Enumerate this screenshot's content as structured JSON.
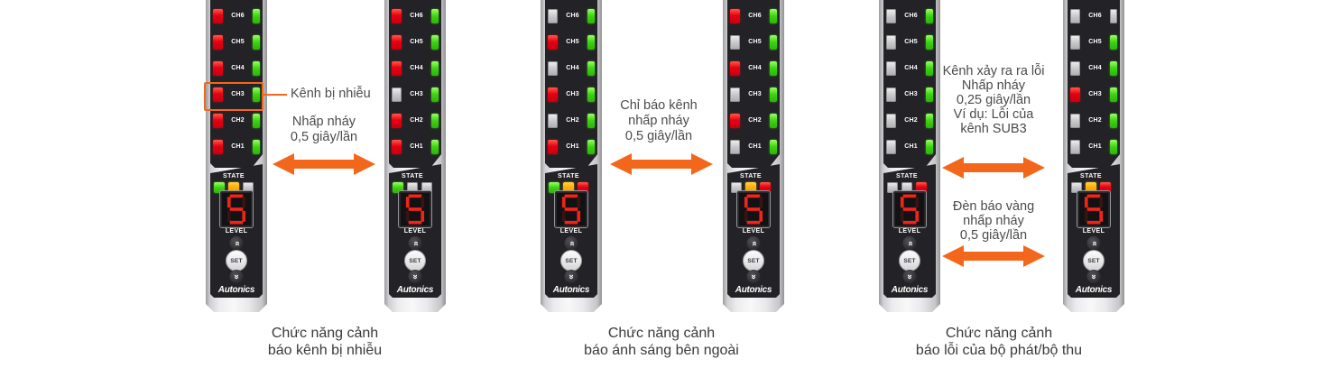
{
  "colors": {
    "orange": "#f2671c",
    "led_red": "#e60012",
    "led_green": "#3fd312",
    "led_yellow": "#ffaf00",
    "led_off": "#c9c9cb",
    "digit_red": "#f32318"
  },
  "device_labels": {
    "state": "STATE",
    "level": "LEVEL",
    "set": "SET",
    "brand": "Autonics",
    "display_value": "5"
  },
  "channel_labels": [
    "CH6",
    "CH5",
    "CH4",
    "CH3",
    "CH2",
    "CH1"
  ],
  "devices": [
    {
      "name": "sensor-unit-1",
      "left_leds": [
        "red",
        "red",
        "red",
        "red",
        "red",
        "red"
      ],
      "right_leds": [
        "green",
        "green",
        "green",
        "green",
        "green",
        "green"
      ],
      "state_leds": [
        "green",
        "yellow",
        "off"
      ]
    },
    {
      "name": "sensor-unit-2",
      "left_leds": [
        "red",
        "red",
        "red",
        "off",
        "red",
        "red"
      ],
      "right_leds": [
        "green",
        "green",
        "green",
        "green",
        "green",
        "green"
      ],
      "state_leds": [
        "green",
        "off",
        "off"
      ]
    },
    {
      "name": "sensor-unit-3",
      "left_leds": [
        "off",
        "red",
        "off",
        "red",
        "off",
        "red"
      ],
      "right_leds": [
        "green",
        "green",
        "green",
        "green",
        "green",
        "green"
      ],
      "state_leds": [
        "green",
        "yellow",
        "red"
      ]
    },
    {
      "name": "sensor-unit-4",
      "left_leds": [
        "red",
        "off",
        "red",
        "off",
        "red",
        "off"
      ],
      "right_leds": [
        "green",
        "green",
        "green",
        "green",
        "green",
        "green"
      ],
      "state_leds": [
        "off",
        "yellow",
        "red"
      ]
    },
    {
      "name": "sensor-unit-5",
      "left_leds": [
        "off",
        "off",
        "off",
        "off",
        "off",
        "off"
      ],
      "right_leds": [
        "green",
        "green",
        "green",
        "green",
        "green",
        "green"
      ],
      "state_leds": [
        "off",
        "off",
        "red"
      ]
    },
    {
      "name": "sensor-unit-6",
      "left_leds": [
        "off",
        "off",
        "off",
        "red",
        "off",
        "off"
      ],
      "right_leds": [
        "off",
        "green",
        "green",
        "green",
        "green",
        "green"
      ],
      "state_leds": [
        "off",
        "yellow",
        "red"
      ]
    }
  ],
  "annotations": {
    "group1": {
      "callout": "Kênh bị nhiễu",
      "note": "Nhấp nháy\n0,5 giây/lần"
    },
    "group2": {
      "note": "Chỉ báo kênh\nnhấp nháy\n0,5 giây/lần"
    },
    "group3": {
      "note_top": "Kênh xảy ra ra lỗi\nNhấp nháy\n0,25 giây/lần\nVí dụ: Lỗi của\nkênh SUB3",
      "note_mid": "Đèn báo vàng\nnhấp nháy\n0,5 giây/lần"
    }
  },
  "captions": [
    "Chức năng cảnh\nbáo kênh bị nhiễu",
    "Chức năng cảnh\nbáo ánh sáng bên ngoài",
    "Chức năng cảnh\nbáo lỗi của bộ phát/bộ thu"
  ]
}
